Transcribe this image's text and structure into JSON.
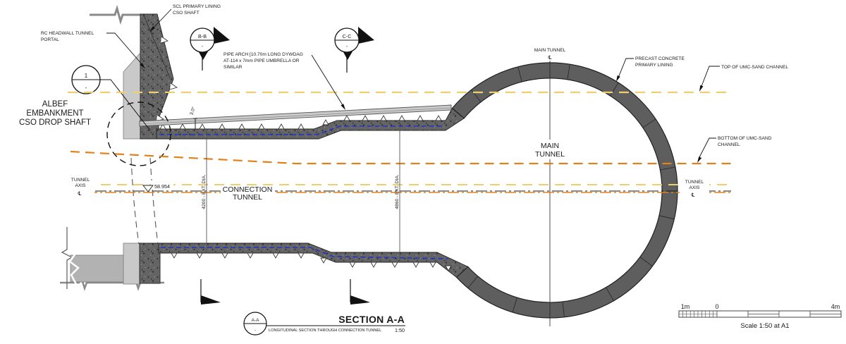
{
  "drawing": {
    "labels": {
      "albef_1": "ALBEF",
      "albef_2": "EMBANKMENT",
      "albef_3": "CSO DROP SHAFT",
      "rc_headwall_1": "RC HEADWALL TUNNEL",
      "rc_headwall_2": "PORTAL",
      "scl_1": "SCL PRIMARY LINING",
      "scl_2": "CSO SHAFT",
      "pipe_arch_1": "PIPE ARCH [10.70m  LONG DYWDAG",
      "pipe_arch_2": "AT-114 x 7mm PIPE UMBRELLA OR",
      "pipe_arch_3": "SIMILAR",
      "slope": "3.0°",
      "main_tunnel_top": "MAIN TUNNEL",
      "precast_1": "PRECAST CONCRETE",
      "precast_2": "PRIMARY LINING",
      "top_channel": "TOP OF UMC-SAND CHANNEL",
      "bottom_channel_1": "BOTTOM OF UMC-SAND",
      "bottom_channel_2": "CHANNEL",
      "tunnel_axis_1": "TUNNEL",
      "tunnel_axis_2": "AXIS",
      "centerline_symbol": "℄",
      "main_center_1": "MAIN",
      "main_center_2": "TUNNEL",
      "connection_1": "CONNECTION",
      "connection_2": "TUNNEL",
      "elevation": "58.954",
      "dim_connection": "4200 - EXT. DIA.",
      "dim_main": "4860 - EXT. DIA."
    },
    "markers": {
      "detail_number": "1",
      "bb": "B-B",
      "cc": "C-C",
      "aa": "A-A",
      "sheet_ref": "-"
    },
    "title_block": {
      "title": "SECTION A-A",
      "subtitle": "LONGITUDINAL SECTION THROUGH CONNECTION TUNNEL",
      "scale": "1:50"
    },
    "scale_bar": {
      "left": "1m",
      "zero": "0",
      "right": "4m",
      "note": "Scale 1:50 at A1"
    },
    "colors": {
      "channel_top": "#F0CE6E",
      "channel_bottom": "#E0821C",
      "waterproofing": "#2233CC"
    }
  }
}
